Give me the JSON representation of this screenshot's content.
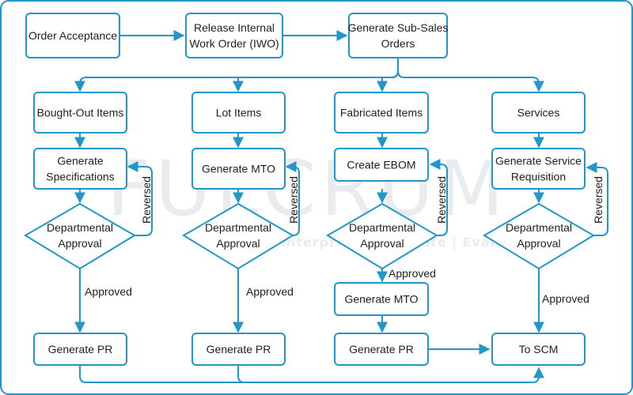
{
  "watermark": {
    "main": "FULCRUM",
    "tagline": "Interpret | Articulate | Evaluate"
  },
  "nodes": {
    "order_acceptance": [
      "Order Acceptance"
    ],
    "release_iwo": [
      "Release Internal",
      "Work Order (IWO)"
    ],
    "sub_sales": [
      "Generate Sub-Sales",
      "Orders"
    ],
    "bought_out": [
      "Bought-Out Items"
    ],
    "lot_items": [
      "Lot Items"
    ],
    "fabricated": [
      "Fabricated Items"
    ],
    "services": [
      "Services"
    ],
    "gen_specs": [
      "Generate",
      "Specifications"
    ],
    "gen_mto_lot": [
      "Generate MTO"
    ],
    "create_ebom": [
      "Create EBOM"
    ],
    "gen_service_req": [
      "Generate Service",
      "Requisition"
    ],
    "approval_1": [
      "Departmental",
      "Approval"
    ],
    "approval_2": [
      "Departmental",
      "Approval"
    ],
    "approval_3": [
      "Departmental",
      "Approval"
    ],
    "approval_4": [
      "Departmental",
      "Approval"
    ],
    "gen_mto_fab": [
      "Generate MTO"
    ],
    "gen_pr_1": [
      "Generate PR"
    ],
    "gen_pr_2": [
      "Generate PR"
    ],
    "gen_pr_3": [
      "Generate PR"
    ],
    "to_scm": [
      "To SCM"
    ]
  },
  "edge_labels": {
    "approved": "Approved",
    "reversed": "Reversed"
  },
  "colors": {
    "accent": "#2196c9",
    "text": "#1f1f1f",
    "watermark": "#e9ecef"
  }
}
